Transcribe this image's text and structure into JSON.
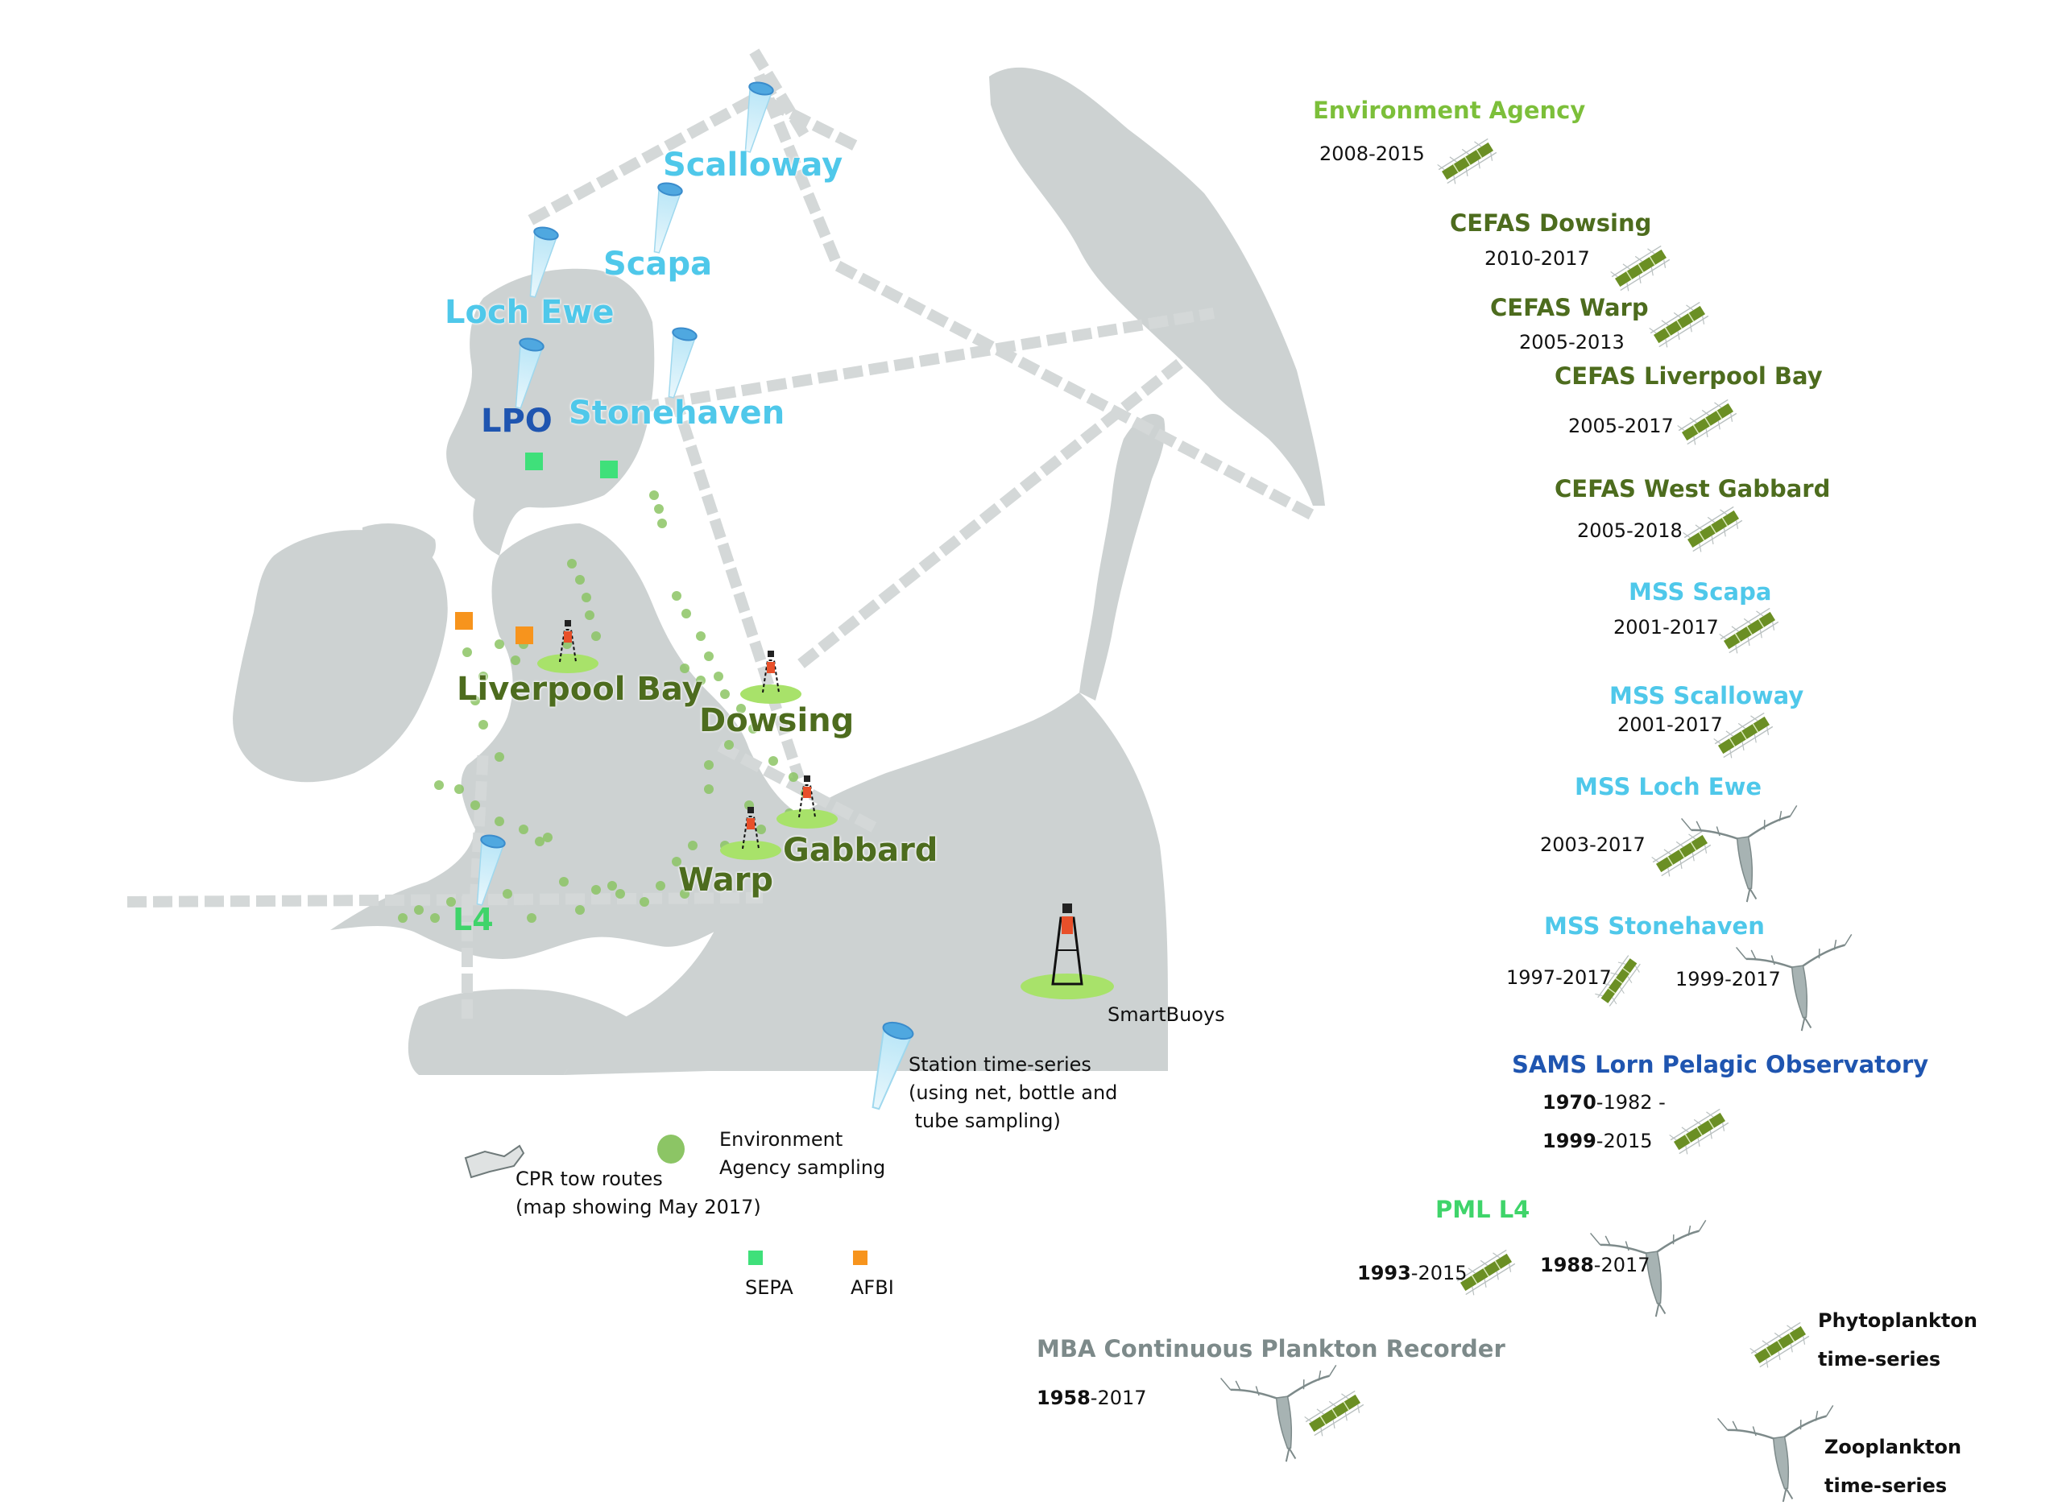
{
  "map_labels": {
    "scalloway": "Scalloway",
    "scapa": "Scapa",
    "loch_ewe": "Loch Ewe",
    "stonehaven": "Stonehaven",
    "lpo": "LPO",
    "liverpool_bay": "Liverpool Bay",
    "dowsing": "Dowsing",
    "gabbard": "Gabbard",
    "warp": "Warp",
    "l4": "L4"
  },
  "legend": {
    "smartbuoys": "SmartBuoys",
    "station_line1": "Station time-series",
    "station_line2": "(using net, bottle and",
    "station_line3": " tube sampling)",
    "ea_line1": "Environment",
    "ea_line2": "Agency sampling",
    "cpr_line1": "CPR tow routes",
    "cpr_line2": "(map showing May 2017)",
    "sepa": "SEPA",
    "afbi": "AFBI"
  },
  "timeseries": [
    {
      "name": "Environment Agency",
      "years": "2008-2015",
      "group": "ea"
    },
    {
      "name": "CEFAS Dowsing",
      "years": "2010-2017",
      "group": "cefas"
    },
    {
      "name": "CEFAS Warp",
      "years": "2005-2013",
      "group": "cefas"
    },
    {
      "name": "CEFAS Liverpool Bay",
      "years": "2005-2017",
      "group": "cefas"
    },
    {
      "name": "CEFAS West Gabbard",
      "years": "2005-2018",
      "group": "cefas"
    },
    {
      "name": "MSS Scapa",
      "years": "2001-2017",
      "group": "mss"
    },
    {
      "name": "MSS Scalloway",
      "years": "2001-2017",
      "group": "mss"
    },
    {
      "name": "MSS Loch Ewe",
      "years": "2003-2017",
      "group": "mss"
    },
    {
      "name": "MSS Stonehaven",
      "years_phyto": "1997-2017",
      "years_zoo": "1999-2017",
      "group": "mss"
    },
    {
      "name": "SAMS Lorn Pelagic Observatory",
      "years_a_bold": "1970",
      "years_a_rest": "-1982 -",
      "years_b_bold": "1999",
      "years_b_rest": "-2015",
      "group": "sams"
    },
    {
      "name": "PML L4",
      "phyto_bold": "1993",
      "phyto_rest": "-2015",
      "zoo_bold": "1988",
      "zoo_rest": "-2017",
      "group": "pml"
    },
    {
      "name": "MBA Continuous Plankton Recorder",
      "years_bold": "1958",
      "years_rest": "-2017",
      "group": "mba"
    }
  ],
  "key": {
    "phyto_line1": "Phytoplankton",
    "phyto_line2": "time-series",
    "zoo_line1": "Zooplankton",
    "zoo_line2": "time-series"
  },
  "colors": {
    "land": "#cdd2d2",
    "cpr_route": "#d8dbdb",
    "ea_dot": "#8cc565",
    "station_cyan": "#4fc8ea",
    "cefas_green": "#4d6c1e",
    "sams_blue": "#1f55b0",
    "pml_lime": "#3fd46a",
    "sepa": "#3fe07a",
    "afbi": "#f7941d",
    "buoy_base": "#a8e26a",
    "phyto_icon": "#6b8f24",
    "zoo_icon": "#7d8a8a"
  },
  "icons": [
    "phytoplankton-icon",
    "zooplankton-icon",
    "smartbuoy-icon",
    "station-net-icon",
    "cpr-icon",
    "sepa-square-icon",
    "afbi-square-icon",
    "ea-dot-icon"
  ]
}
